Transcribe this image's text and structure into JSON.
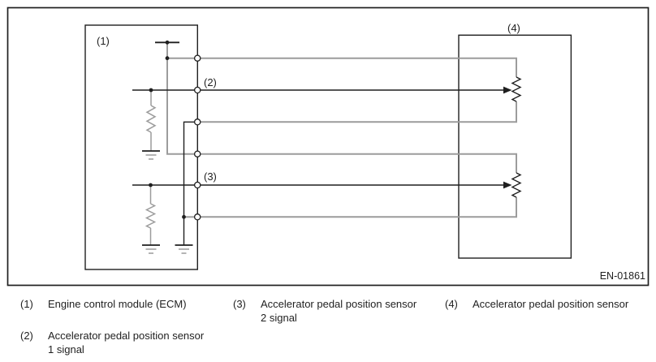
{
  "diagram": {
    "callouts": {
      "c1": "(1)",
      "c2": "(2)",
      "c3": "(3)",
      "c4": "(4)"
    },
    "figure_code": "EN-01861",
    "colors": {
      "wire_gray": "#9c9c9c",
      "line_black": "#1f1f1f",
      "background": "#ffffff"
    },
    "components": {
      "left_box": "engine-control-module",
      "right_box": "accelerator-pedal-position-sensor",
      "symbols": [
        "power-supply",
        "resistor",
        "ground",
        "potentiometer",
        "terminal",
        "junction-dot",
        "wiper-arrow"
      ]
    }
  },
  "legend": {
    "items": [
      {
        "num": "(1)",
        "lines": [
          "Engine control module (ECM)"
        ]
      },
      {
        "num": "(2)",
        "lines": [
          "Accelerator pedal position sensor",
          "1 signal"
        ]
      },
      {
        "num": "(3)",
        "lines": [
          "Accelerator pedal position sensor",
          "2 signal"
        ]
      },
      {
        "num": "(4)",
        "lines": [
          "Accelerator pedal position sensor"
        ]
      }
    ]
  }
}
